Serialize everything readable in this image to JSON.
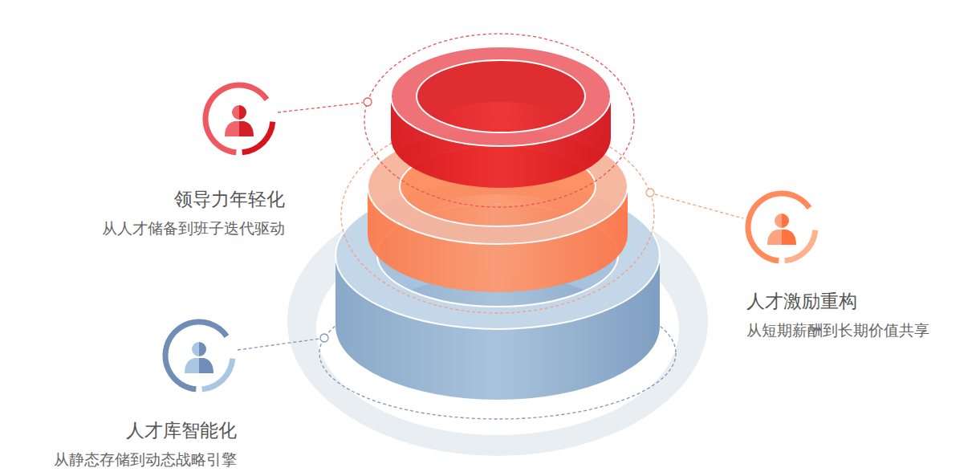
{
  "diagram": {
    "nodes": [
      {
        "text": [
          "领导力年轻化",
          "从人才储备到班子迭代驱动"
        ]
      },
      {
        "text": [
          "人才激励重构",
          "从短期薪酬到长期价值共享"
        ]
      },
      {
        "text": [
          "人才库智能化",
          "从静态存储到动态战略引擎"
        ]
      }
    ]
  }
}
